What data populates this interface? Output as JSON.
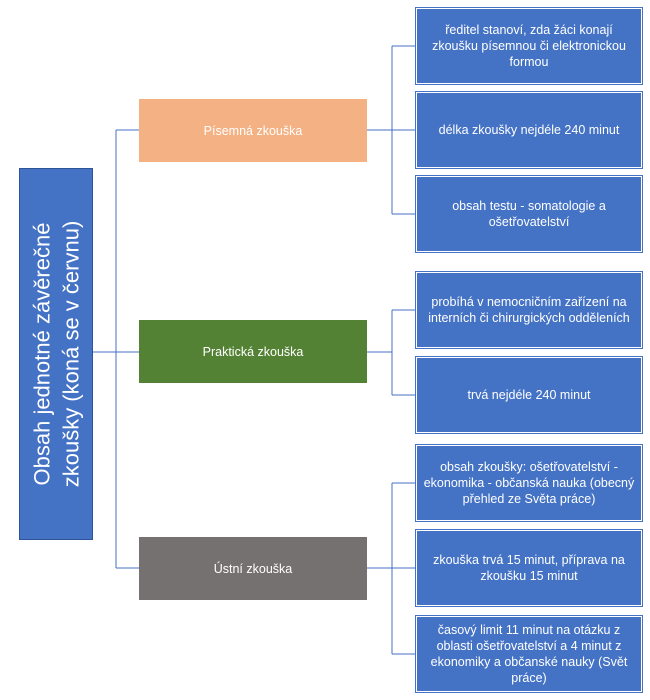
{
  "colors": {
    "root": "#4472c4",
    "leaf": "#4472c4",
    "connector": "#4472c4",
    "written": "#f4b183",
    "practical": "#548235",
    "oral": "#767171",
    "text": "#ffffff"
  },
  "root": {
    "line1": "Obsah jednotné závěrečné",
    "line2": "zkoušky (koná se v červnu)"
  },
  "categories": [
    {
      "label": "Písemná zkouška",
      "items": [
        "ředitel stanoví, zda žáci konají zkoušku písemnou či elektronickou formou",
        "délka zkoušky nejdéle 240 minut",
        "obsah testu - somatologie a ošetřovatelství"
      ]
    },
    {
      "label": "Praktická zkouška",
      "items": [
        "probíhá v nemocničním zařízení na interních či chirurgických odděleních",
        "trvá nejdéle 240 minut"
      ]
    },
    {
      "label": "Ústní zkouška",
      "items": [
        "obsah zkoušky: ošetřovatelství - ekonomika - občanská nauka (obecný přehled ze Světa práce)",
        "zkouška trvá 15 minut, příprava na zkoušku 15 minut",
        "časový limit 11 minut na otázku z oblasti ošetřovatelství a 4 minut z ekonomiky a občanské nauky (Svět práce)"
      ]
    }
  ]
}
